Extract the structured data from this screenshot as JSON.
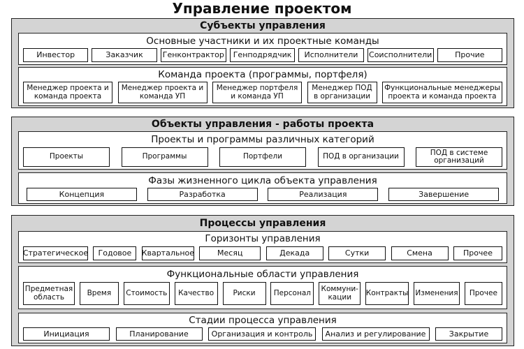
{
  "title": "Управление проектом",
  "sections": [
    {
      "title": "Субъекты управления",
      "groups": [
        {
          "title": "Основные участники и их проектные команды",
          "items": [
            "Инвестор",
            "Заказчик",
            "Генконтрактор",
            "Генподрядчик",
            "Исполнители",
            "Соисполнители",
            "Прочие"
          ]
        },
        {
          "title": "Команда проекта (программы, портфеля)",
          "items": [
            "Менеджер проекта и команда проекта",
            "Менеджер проекта и команда УП",
            "Менеджер портфеля и команда УП",
            "Менеджер ПОД в организации",
            "Функциональные менеджеры проекта и команда проекта"
          ]
        }
      ]
    },
    {
      "title": "Объекты управления - работы проекта",
      "groups": [
        {
          "title": "Проекты и программы различных категорий",
          "items": [
            "Проекты",
            "Программы",
            "Портфели",
            "ПОД в организации",
            "ПОД в системе организаций"
          ]
        },
        {
          "title": "Фазы жизненного цикла объекта управления",
          "items": [
            "Концепция",
            "Разработка",
            "Реализация",
            "Завершение"
          ]
        }
      ]
    },
    {
      "title": "Процессы управления",
      "groups": [
        {
          "title": "Горизонты управления",
          "items": [
            "Стратегическое",
            "Годовое",
            "Квартальное",
            "Месяц",
            "Декада",
            "Сутки",
            "Смена",
            "Прочее"
          ]
        },
        {
          "title": "Функциональные области управления",
          "items": [
            "Предметная область",
            "Время",
            "Стоимость",
            "Качество",
            "Риски",
            "Персонал",
            "Коммуни-кации",
            "Контракты",
            "Изменения",
            "Прочее"
          ]
        },
        {
          "title": "Стадии процесса управления",
          "items": [
            "Инициация",
            "Планирование",
            "Организация и контроль",
            "Анализ и регулирование",
            "Закрытие"
          ]
        }
      ]
    }
  ]
}
